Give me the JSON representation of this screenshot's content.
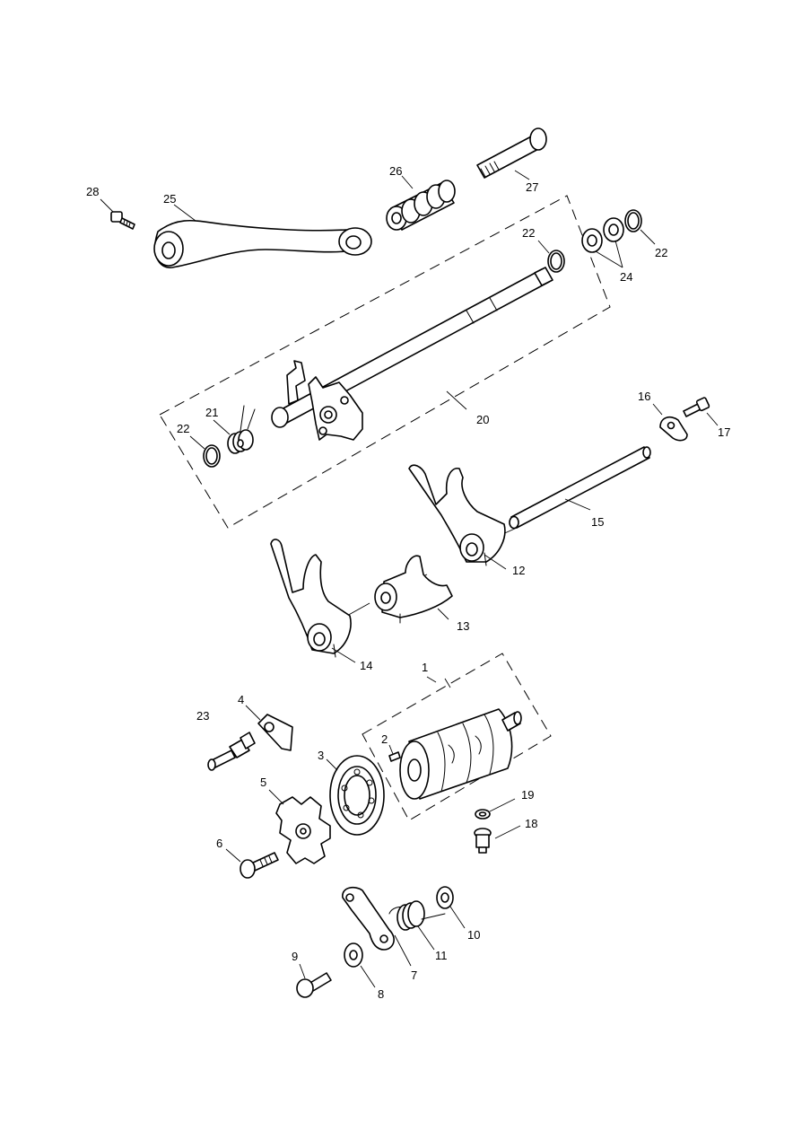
{
  "diagram": {
    "callouts": [
      {
        "id": "c1",
        "text": "1"
      },
      {
        "id": "c2",
        "text": "2"
      },
      {
        "id": "c3",
        "text": "3"
      },
      {
        "id": "c4",
        "text": "4"
      },
      {
        "id": "c5",
        "text": "5"
      },
      {
        "id": "c6",
        "text": "6"
      },
      {
        "id": "c7",
        "text": "7"
      },
      {
        "id": "c8",
        "text": "8"
      },
      {
        "id": "c9",
        "text": "9"
      },
      {
        "id": "c10",
        "text": "10"
      },
      {
        "id": "c11",
        "text": "11"
      },
      {
        "id": "c12",
        "text": "12"
      },
      {
        "id": "c13",
        "text": "13"
      },
      {
        "id": "c14",
        "text": "14"
      },
      {
        "id": "c15",
        "text": "15"
      },
      {
        "id": "c16",
        "text": "16"
      },
      {
        "id": "c17",
        "text": "17"
      },
      {
        "id": "c18",
        "text": "18"
      },
      {
        "id": "c19",
        "text": "19"
      },
      {
        "id": "c20",
        "text": "20"
      },
      {
        "id": "c21",
        "text": "21"
      },
      {
        "id": "c22a",
        "text": "22"
      },
      {
        "id": "c22b",
        "text": "22"
      },
      {
        "id": "c22c",
        "text": "22"
      },
      {
        "id": "c23",
        "text": "23"
      },
      {
        "id": "c24",
        "text": "24"
      },
      {
        "id": "c25",
        "text": "25"
      },
      {
        "id": "c26",
        "text": "26"
      },
      {
        "id": "c27",
        "text": "27"
      },
      {
        "id": "c28",
        "text": "28"
      }
    ],
    "colors": {
      "ink": "#000000",
      "paper": "#ffffff"
    }
  }
}
